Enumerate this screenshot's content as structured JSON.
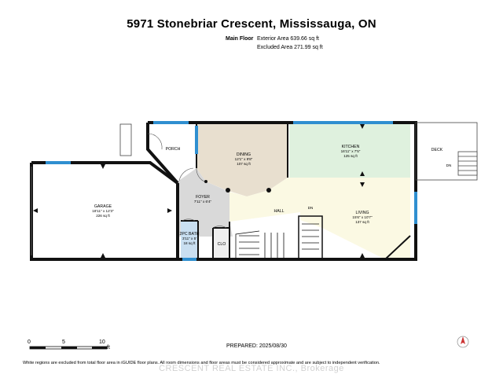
{
  "title": "5971 Stonebriar Crescent, Mississauga, ON",
  "floor": {
    "name": "Main Floor",
    "exterior_area": "Exterior Area 639.66 sq ft",
    "excluded_area": "Excluded Area 271.99 sq ft"
  },
  "rooms": {
    "porch": {
      "name": "PORCH"
    },
    "dining": {
      "name": "DINING",
      "dims": "12'1\" x 9'8\"",
      "area": "107 sq ft"
    },
    "kitchen": {
      "name": "KITCHEN",
      "dims": "16'11\" x 7'5\"",
      "area": "125 sq ft"
    },
    "deck": {
      "name": "DECK"
    },
    "deck_dn": {
      "name": "DN"
    },
    "foyer": {
      "name": "FOYER",
      "dims": "7'11\" x 6'4\""
    },
    "hall": {
      "name": "HALL"
    },
    "stairs_dn": {
      "name": "DN"
    },
    "living": {
      "name": "LIVING",
      "dims": "15'6\" x 10'7\"",
      "area": "137 sq ft"
    },
    "garage": {
      "name": "GARAGE",
      "dims": "18'11\" x 12'3\"",
      "area": "226 sq ft"
    },
    "bath": {
      "name": "2PC BATH",
      "dims": "3'11\" x 5'",
      "area": "18 sq ft"
    },
    "closet": {
      "name": "CLO"
    }
  },
  "scale": {
    "labels": [
      "0",
      "5",
      "10"
    ],
    "unit": "ft"
  },
  "prepared": "PREPARED: 2025/08/30",
  "disclaimer": "White regions are excluded from total floor area in iGUIDE floor plans. All room dimensions and floor areas must be considered approximate and are subject to independent verification.",
  "watermark": "CRESCENT REAL ESTATE INC., Brokerage",
  "colors": {
    "dining": "#e8dfcf",
    "kitchen": "#dff1de",
    "living": "#fbf9e3",
    "bath": "#c9dff1",
    "foyer": "#d9d9d9",
    "window": "#2f8fd0",
    "wall": "#111111"
  }
}
